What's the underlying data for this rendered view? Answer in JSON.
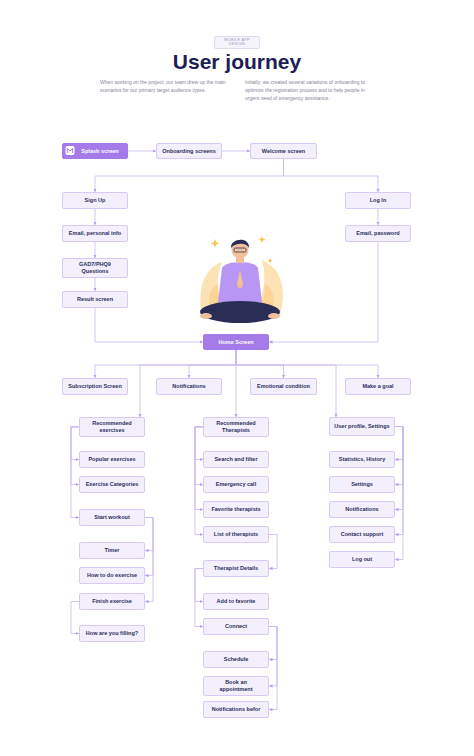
{
  "diagram": {
    "title": "User journey",
    "nodes": [
      {
        "text": [
          "MOBILE APP DESIGN"
        ]
      },
      {
        "text": [
          "Splash screen"
        ]
      },
      {
        "text": [
          "Onboarding screens"
        ]
      },
      {
        "text": [
          "Welcome screen"
        ]
      },
      {
        "text": [
          "Sign Up"
        ]
      },
      {
        "text": [
          "Log In"
        ]
      },
      {
        "text": [
          "Email, personal info"
        ]
      },
      {
        "text": [
          "GAD7/PHQ9 Questions"
        ]
      },
      {
        "text": [
          "Result screen"
        ]
      },
      {
        "text": [
          "Email, password"
        ]
      },
      {
        "text": [
          "Home Screen"
        ]
      },
      {
        "text": [
          "Subscription Screen"
        ]
      },
      {
        "text": [
          "Notifications"
        ]
      },
      {
        "text": [
          "Emotional condition"
        ]
      },
      {
        "text": [
          "Make a goal"
        ]
      },
      {
        "text": [
          "Recommended exercises"
        ]
      },
      {
        "text": [
          "Recommended Therapists"
        ]
      },
      {
        "text": [
          "User profile, Settings"
        ]
      },
      {
        "text": [
          "Popular exercises"
        ]
      },
      {
        "text": [
          "Exercise Categories"
        ]
      },
      {
        "text": [
          "Start workout"
        ]
      },
      {
        "text": [
          "Timer"
        ]
      },
      {
        "text": [
          "How to do exercise"
        ]
      },
      {
        "text": [
          "Finish exercise"
        ]
      },
      {
        "text": [
          "How are you filling?"
        ]
      },
      {
        "text": [
          "Search and filter"
        ]
      },
      {
        "text": [
          "Emergency call"
        ]
      },
      {
        "text": [
          "Favorite therapists"
        ]
      },
      {
        "text": [
          "List of therapists"
        ]
      },
      {
        "text": [
          "Therapist Details"
        ]
      },
      {
        "text": [
          "Add to favorite"
        ]
      },
      {
        "text": [
          "Connect"
        ]
      },
      {
        "text": [
          "Schedule"
        ]
      },
      {
        "text": [
          "Book an appointment"
        ]
      },
      {
        "text": [
          "Notifications befor"
        ]
      },
      {
        "text": [
          "Statistics, History"
        ]
      },
      {
        "text": [
          "Settings"
        ]
      },
      {
        "text": [
          "Notifications"
        ]
      },
      {
        "text": [
          "Contact support"
        ]
      },
      {
        "text": [
          "Log out"
        ]
      }
    ],
    "edges": [
      {
        "from": 1,
        "to": 2,
        "arrow": "to"
      },
      {
        "from": 2,
        "to": 3,
        "arrow": "to"
      },
      {
        "from": 3,
        "to": 4,
        "arrow": "to"
      },
      {
        "from": 3,
        "to": 5,
        "arrow": "to"
      },
      {
        "from": 4,
        "to": 6,
        "arrow": "to"
      },
      {
        "from": 6,
        "to": 7,
        "arrow": "to"
      },
      {
        "from": 7,
        "to": 8,
        "arrow": "to"
      },
      {
        "from": 8,
        "to": 10,
        "arrow": "to"
      },
      {
        "from": 5,
        "to": 9,
        "arrow": "to"
      },
      {
        "from": 9,
        "to": 10,
        "arrow": "to"
      },
      {
        "from": 10,
        "to": 11,
        "arrow": "to"
      },
      {
        "from": 10,
        "to": 12,
        "arrow": "to"
      },
      {
        "from": 10,
        "to": 13,
        "arrow": "to"
      },
      {
        "from": 10,
        "to": 14,
        "arrow": "to"
      },
      {
        "from": 10,
        "to": 15,
        "arrow": "to"
      },
      {
        "from": 10,
        "to": 16,
        "arrow": "to"
      },
      {
        "from": 10,
        "to": 17,
        "arrow": "to"
      },
      {
        "from": 15,
        "to": 18,
        "arrow": "to"
      },
      {
        "from": 15,
        "to": 19,
        "arrow": "to"
      },
      {
        "from": 15,
        "to": 20,
        "arrow": "to"
      },
      {
        "from": 20,
        "to": 21,
        "arrow": "to"
      },
      {
        "from": 20,
        "to": 22,
        "arrow": "to"
      },
      {
        "from": 20,
        "to": 23,
        "arrow": "to"
      },
      {
        "from": 23,
        "to": 24,
        "arrow": "to"
      },
      {
        "from": 16,
        "to": 25,
        "arrow": "to"
      },
      {
        "from": 16,
        "to": 26,
        "arrow": "to"
      },
      {
        "from": 16,
        "to": 27,
        "arrow": "to"
      },
      {
        "from": 16,
        "to": 28,
        "arrow": "to"
      },
      {
        "from": 28,
        "to": 29,
        "arrow": "to"
      },
      {
        "from": 29,
        "to": 30,
        "arrow": "to"
      },
      {
        "from": 29,
        "to": 31,
        "arrow": "to"
      },
      {
        "from": 31,
        "to": 32,
        "arrow": "to"
      },
      {
        "from": 31,
        "to": 33,
        "arrow": "to"
      },
      {
        "from": 31,
        "to": 34,
        "arrow": "to"
      },
      {
        "from": 17,
        "to": 35,
        "arrow": "to"
      },
      {
        "from": 17,
        "to": 36,
        "arrow": "to"
      },
      {
        "from": 17,
        "to": 37,
        "arrow": "to"
      },
      {
        "from": 17,
        "to": 38,
        "arrow": "to"
      },
      {
        "from": 17,
        "to": 39,
        "arrow": "to"
      }
    ],
    "labels": [
      "When working on the project, our team drew up the main scenarios for our primary target audience types.",
      "Initially, we created several variations of onboarding to optimize the registration process and to help people in urgent need of emergency assistance."
    ]
  }
}
